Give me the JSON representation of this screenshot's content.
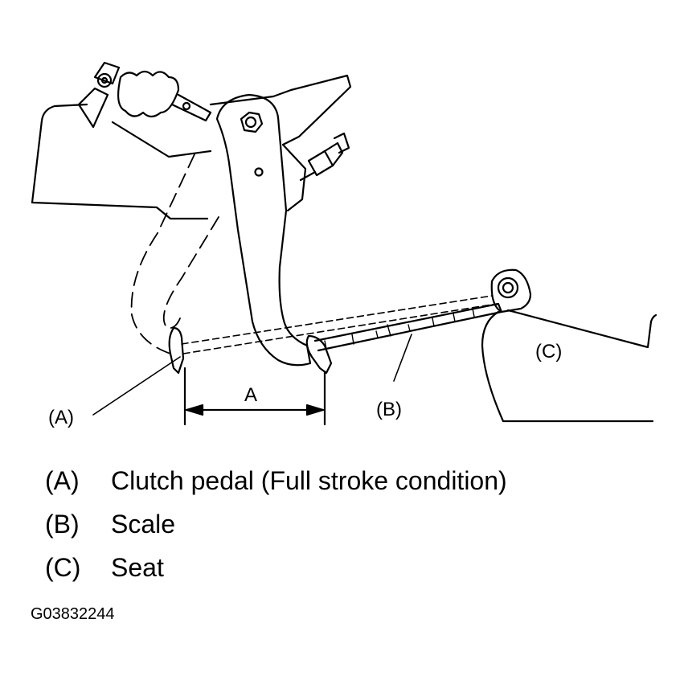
{
  "callouts": {
    "a": "(A)",
    "b": "(B)",
    "c": "(C)",
    "dimension": "A"
  },
  "legend": [
    {
      "key": "(A)",
      "text": "Clutch pedal (Full stroke condition)"
    },
    {
      "key": "(B)",
      "text": "Scale"
    },
    {
      "key": "(C)",
      "text": "Seat"
    }
  ],
  "figure_code": "G03832244"
}
